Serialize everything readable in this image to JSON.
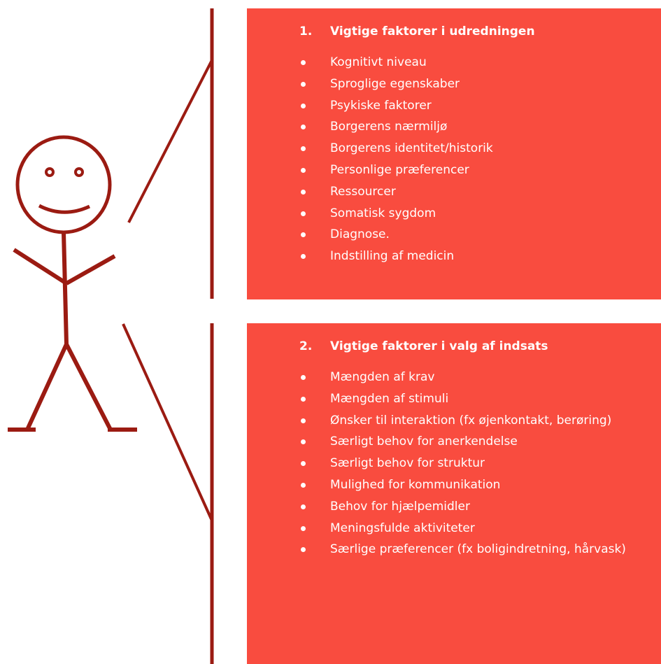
{
  "colors": {
    "panel_background": "#f94c3f",
    "panel_text": "#ffffff",
    "line_color": "#9b1b12"
  },
  "figure_icon": "stick-figure-person",
  "panels": [
    {
      "number": "1.",
      "title": "Vigtige faktorer i udredningen",
      "items": [
        "Kognitivt niveau",
        "Sproglige egenskaber",
        "Psykiske faktorer",
        "Borgerens nærmiljø",
        "Borgerens identitet/historik",
        "Personlige præferencer",
        "Ressourcer",
        "Somatisk sygdom",
        "Diagnose.",
        "Indstilling af medicin"
      ]
    },
    {
      "number": "2.",
      "title": "Vigtige faktorer i valg af indsats",
      "items": [
        "Mængden af krav",
        "Mængden af stimuli",
        "Ønsker til interaktion (fx øjenkontakt, be­røring)",
        "Særligt behov for anerkendelse",
        "Særligt behov for struktur",
        "Mulighed for kommunikation",
        "Behov for hjælpemidler",
        "Meningsfulde aktiviteter",
        "Særlige præferencer (fx boligindretning, hårvask)"
      ]
    }
  ]
}
